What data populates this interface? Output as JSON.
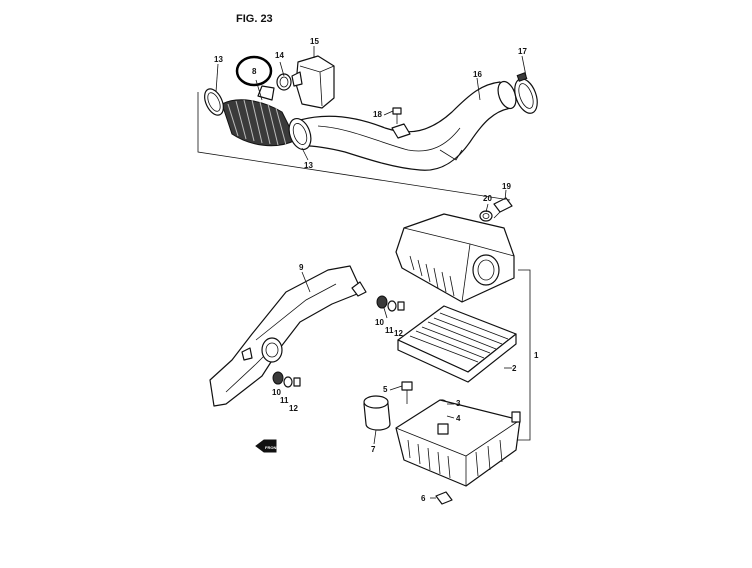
{
  "figure": {
    "title": "FIG. 23",
    "arrow_text": "FRONT"
  },
  "highlight": {
    "label": "8"
  },
  "callouts": [
    {
      "id": "c13a",
      "label": "13"
    },
    {
      "id": "c8",
      "label": "8"
    },
    {
      "id": "c14",
      "label": "14"
    },
    {
      "id": "c15",
      "label": "15"
    },
    {
      "id": "c13b",
      "label": "13"
    },
    {
      "id": "c16",
      "label": "16"
    },
    {
      "id": "c17",
      "label": "17"
    },
    {
      "id": "c18",
      "label": "18"
    },
    {
      "id": "c19",
      "label": "19"
    },
    {
      "id": "c20",
      "label": "20"
    },
    {
      "id": "c9",
      "label": "9"
    },
    {
      "id": "c10a",
      "label": "10"
    },
    {
      "id": "c11a",
      "label": "11"
    },
    {
      "id": "c12a",
      "label": "12"
    },
    {
      "id": "c10b",
      "label": "10"
    },
    {
      "id": "c11b",
      "label": "11"
    },
    {
      "id": "c12b",
      "label": "12"
    },
    {
      "id": "c1",
      "label": "1"
    },
    {
      "id": "c2",
      "label": "2"
    },
    {
      "id": "c3",
      "label": "3"
    },
    {
      "id": "c4",
      "label": "4"
    },
    {
      "id": "c5",
      "label": "5"
    },
    {
      "id": "c6",
      "label": "6"
    },
    {
      "id": "c7",
      "label": "7"
    }
  ]
}
